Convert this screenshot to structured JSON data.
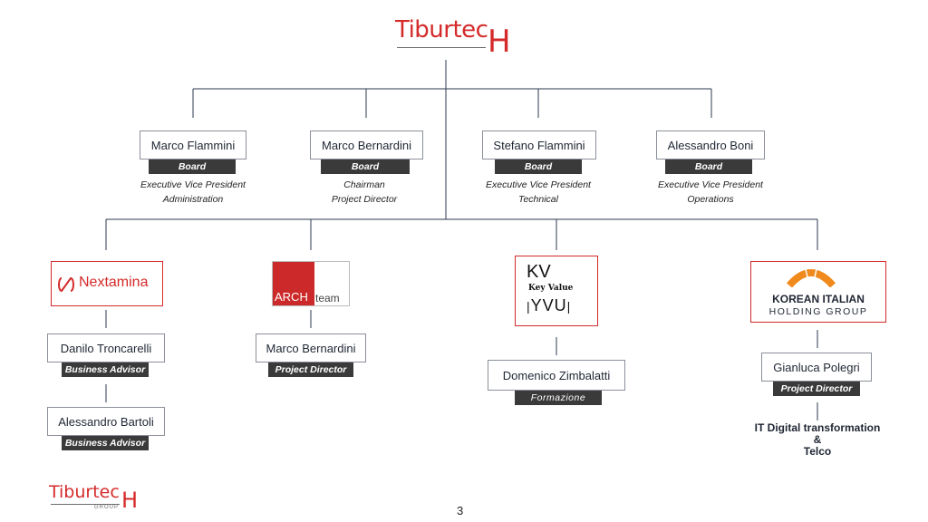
{
  "brand": {
    "name_main": "Tiburtec",
    "name_suffix": "H",
    "group": "GROUP"
  },
  "board": [
    {
      "name": "Marco Flammini",
      "tag": "Board",
      "role_line1": "Executive Vice President",
      "role_line2": "Administration"
    },
    {
      "name": "Marco Bernardini",
      "tag": "Board",
      "role_line1": "Chairman",
      "role_line2": "Project Director"
    },
    {
      "name": "Stefano Flammini",
      "tag": "Board",
      "role_line1": "Executive Vice President",
      "role_line2": "Technical"
    },
    {
      "name": "Alessandro Boni",
      "tag": "Board",
      "role_line1": "Executive Vice President",
      "role_line2": "Operations"
    }
  ],
  "companies": {
    "nextamina": {
      "logo_text": "Nextamina",
      "people": [
        {
          "name": "Danilo Troncarelli",
          "tag": "Business Advisor"
        },
        {
          "name": "Alessandro Bartoli",
          "tag": "Business Advisor"
        }
      ]
    },
    "archteam": {
      "logo_text_a": "ARCH",
      "logo_text_b": "team",
      "people": [
        {
          "name": "Marco Bernardini",
          "tag": "Project Director"
        }
      ]
    },
    "keyvalue": {
      "logo_kv": "KV",
      "logo_sub": "Key Value",
      "logo_code": "YVU",
      "people": [
        {
          "name": "Domenico Zimbalatti",
          "tag": "Formazione"
        }
      ]
    },
    "korean": {
      "logo_line1": "KOREAN ITALIAN",
      "logo_line2": "HOLDING GROUP",
      "people": [
        {
          "name": "Gianluca Polegri",
          "tag": "Project Director"
        }
      ],
      "note_line1": "IT Digital transformation",
      "note_line2": "&",
      "note_line3": "Telco"
    }
  },
  "page_number": "3",
  "colors": {
    "brand_red": "#d42a2a",
    "brand_gray": "#6b6b6b",
    "line": "#2c3a4f",
    "tag_bg": "#3a3a3a"
  }
}
